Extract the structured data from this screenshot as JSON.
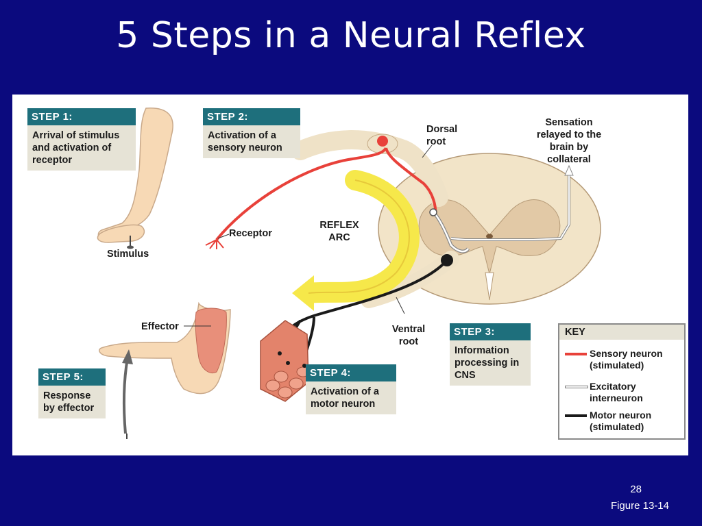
{
  "title": "5 Steps in a Neural Reflex",
  "steps": [
    {
      "head": "STEP 1:",
      "body": "Arrival of stimulus and activation of receptor"
    },
    {
      "head": "STEP 2:",
      "body": "Activation of a sensory neuron"
    },
    {
      "head": "STEP 3:",
      "body": "Information processing in CNS"
    },
    {
      "head": "STEP 4:",
      "body": "Activation of a motor neuron"
    },
    {
      "head": "STEP 5:",
      "body": "Response by effector"
    }
  ],
  "labels": {
    "dorsal_root": "Dorsal root",
    "sensation": "Sensation relayed to the brain by collateral",
    "receptor": "Receptor",
    "reflex_arc": "REFLEX ARC",
    "stimulus": "Stimulus",
    "effector": "Effector",
    "ventral_root": "Ventral root"
  },
  "key": {
    "title": "KEY",
    "items": [
      {
        "text": "Sensory neuron (stimulated)",
        "color": "#e8413a"
      },
      {
        "text": "Excitatory interneuron",
        "color": "#ffffff"
      },
      {
        "text": "Motor neuron (stimulated)",
        "color": "#1a1a1a"
      }
    ]
  },
  "footer": {
    "page": "28",
    "figure": "Figure 13-14"
  },
  "colors": {
    "background": "#0b0a7e",
    "step_header": "#1e6f7c",
    "step_body": "#e6e3d6",
    "arc": "#f6e84a",
    "spinal_cord": "#f2e4c8",
    "gray_matter": "#e2c9a6",
    "skin": "#f7d9b5"
  }
}
